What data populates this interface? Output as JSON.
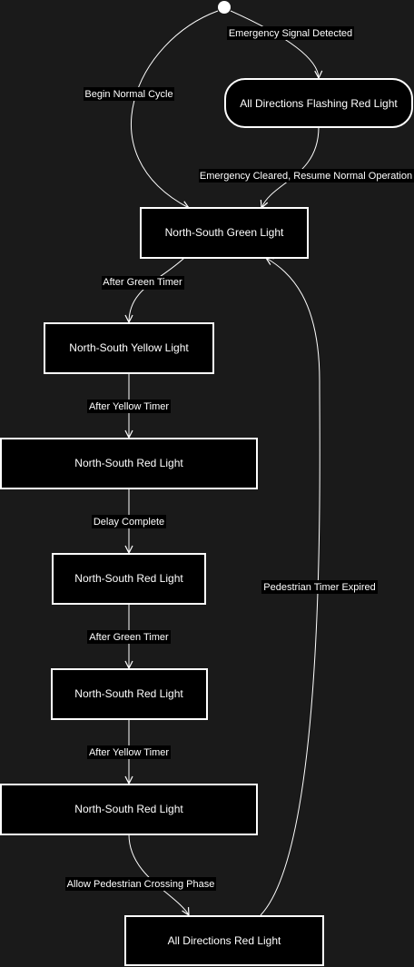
{
  "states": {
    "ns_green": "North-South Green Light",
    "ns_yellow": "North-South Yellow Light",
    "ns_red_1": "North-South Red Light",
    "ns_red_2": "North-South Red Light",
    "ns_red_3": "North-South Red Light",
    "ns_red_4": "North-South Red Light",
    "all_red": "All Directions Red Light",
    "all_flashing_red": "All Directions Flashing Red Light"
  },
  "transitions": {
    "emergency_detected": "Emergency Signal Detected",
    "begin_normal": "Begin Normal Cycle",
    "emergency_cleared": "Emergency Cleared, Resume Normal Operation",
    "after_green_1": "After Green Timer",
    "after_yellow_1": "After Yellow Timer",
    "delay_complete": "Delay Complete",
    "after_green_2": "After Green Timer",
    "after_yellow_2": "After Yellow Timer",
    "allow_ped": "Allow Pedestrian Crossing Phase",
    "ped_expired": "Pedestrian Timer Expired"
  },
  "colors": {
    "background": "#1a1a1a",
    "node_fill": "#000000",
    "stroke": "#ffffff",
    "text": "#ffffff"
  }
}
